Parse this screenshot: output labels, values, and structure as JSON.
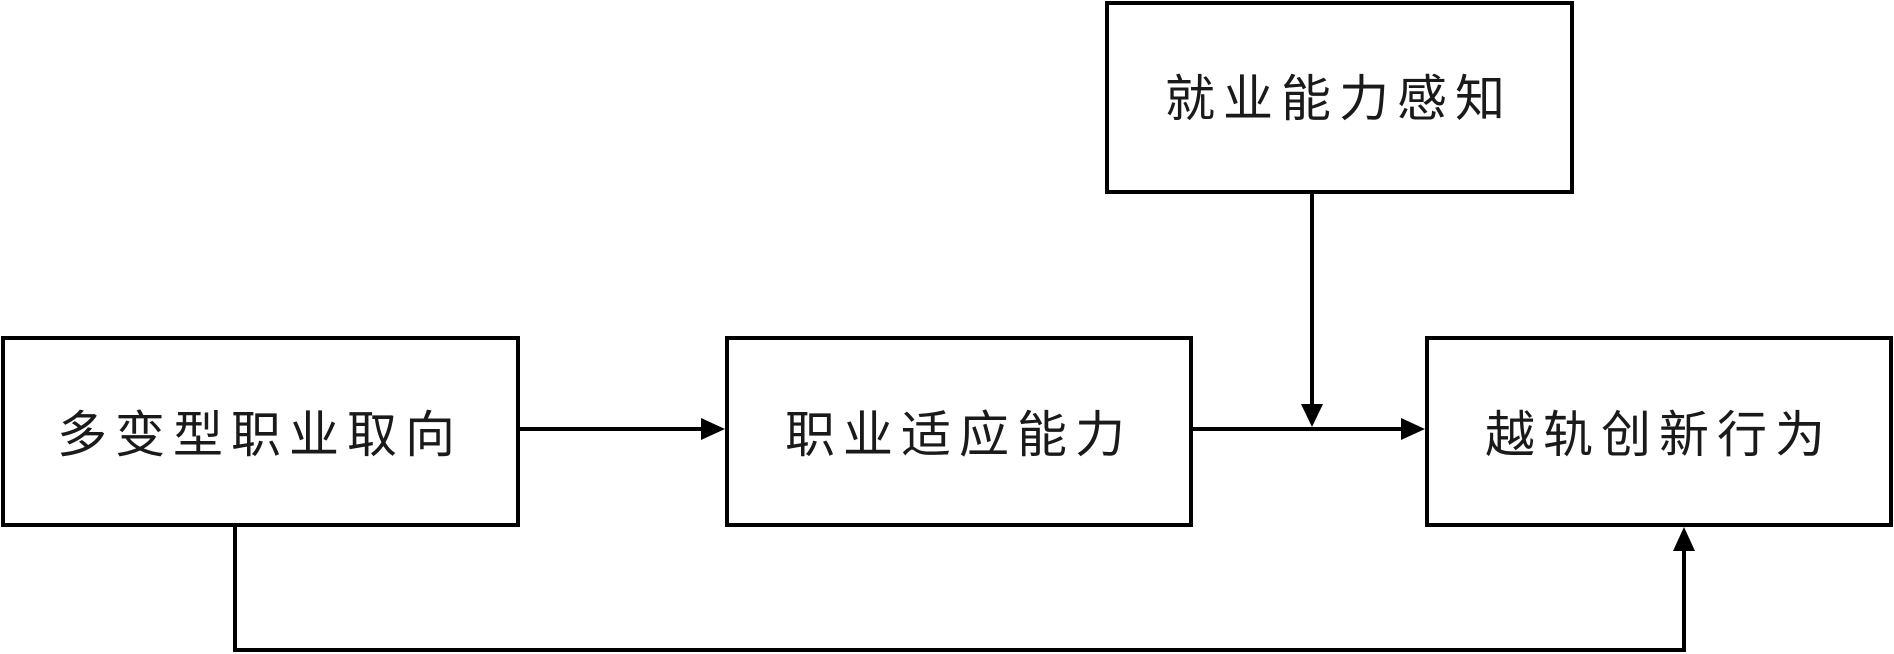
{
  "nodes": {
    "independent": "多变型职业取向",
    "mediator": "职业适应能力",
    "moderator": "就业能力感知",
    "outcome": "越轨创新行为"
  },
  "edges": [
    {
      "from": "independent",
      "to": "mediator"
    },
    {
      "from": "mediator",
      "to": "outcome"
    },
    {
      "from": "moderator",
      "to": "mediator-outcome path"
    },
    {
      "from": "independent",
      "to": "outcome"
    }
  ]
}
